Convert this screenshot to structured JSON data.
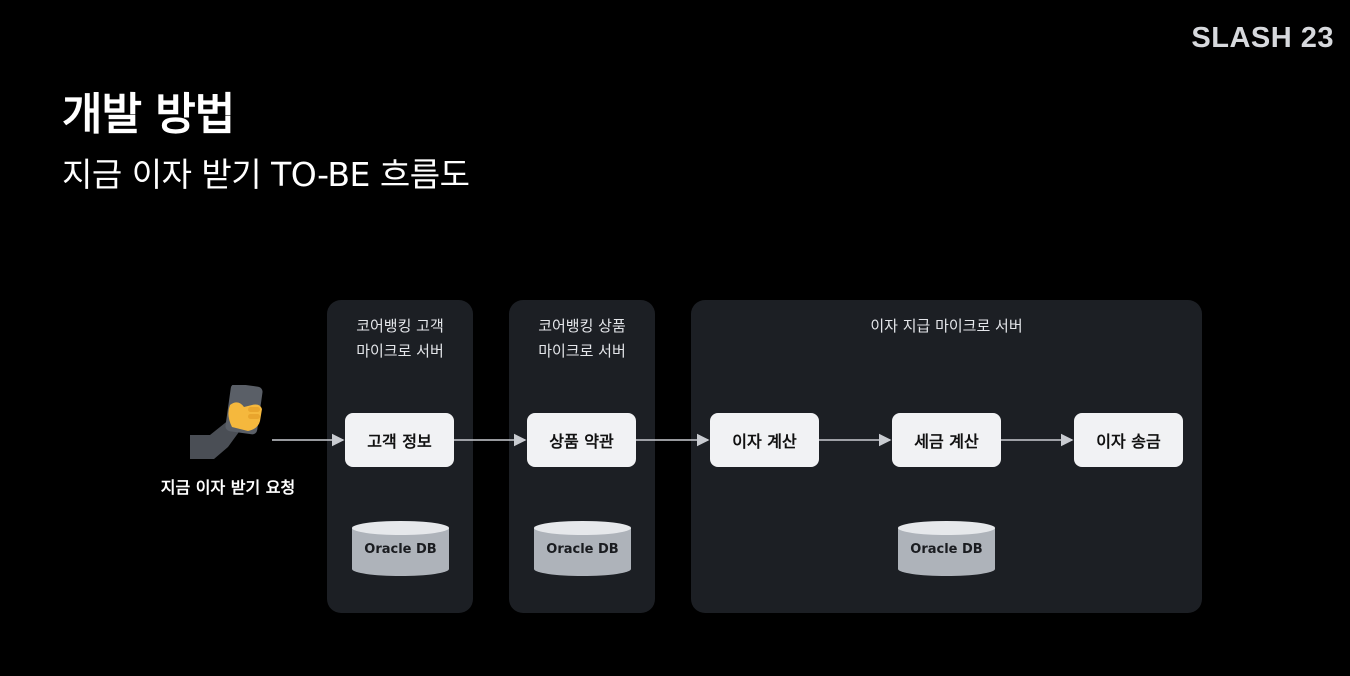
{
  "brand": {
    "logo_text": "SLASH 23"
  },
  "slide": {
    "title": "개발 방법",
    "subtitle": "지금 이자 받기 TO-BE 흐름도"
  },
  "diagram": {
    "requester_label": "지금 이자 받기 요청",
    "panels": [
      {
        "label": "코어뱅킹 고객\n마이크로 서버",
        "nodes": [
          "고객 정보"
        ],
        "db": "Oracle DB"
      },
      {
        "label": "코어뱅킹 상품\n마이크로 서버",
        "nodes": [
          "상품 약관"
        ],
        "db": "Oracle DB"
      },
      {
        "label": "이자 지급 마이크로 서버",
        "nodes": [
          "이자 계산",
          "세금 계산",
          "이자 송금"
        ],
        "db": "Oracle DB"
      }
    ]
  }
}
